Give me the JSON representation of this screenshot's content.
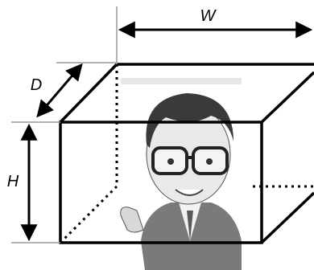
{
  "diagram": {
    "labels": {
      "width": "W",
      "depth": "D",
      "height": "H"
    },
    "colors": {
      "line": "#000000",
      "guide": "#9a9a9a",
      "background": "#ffffff"
    }
  }
}
